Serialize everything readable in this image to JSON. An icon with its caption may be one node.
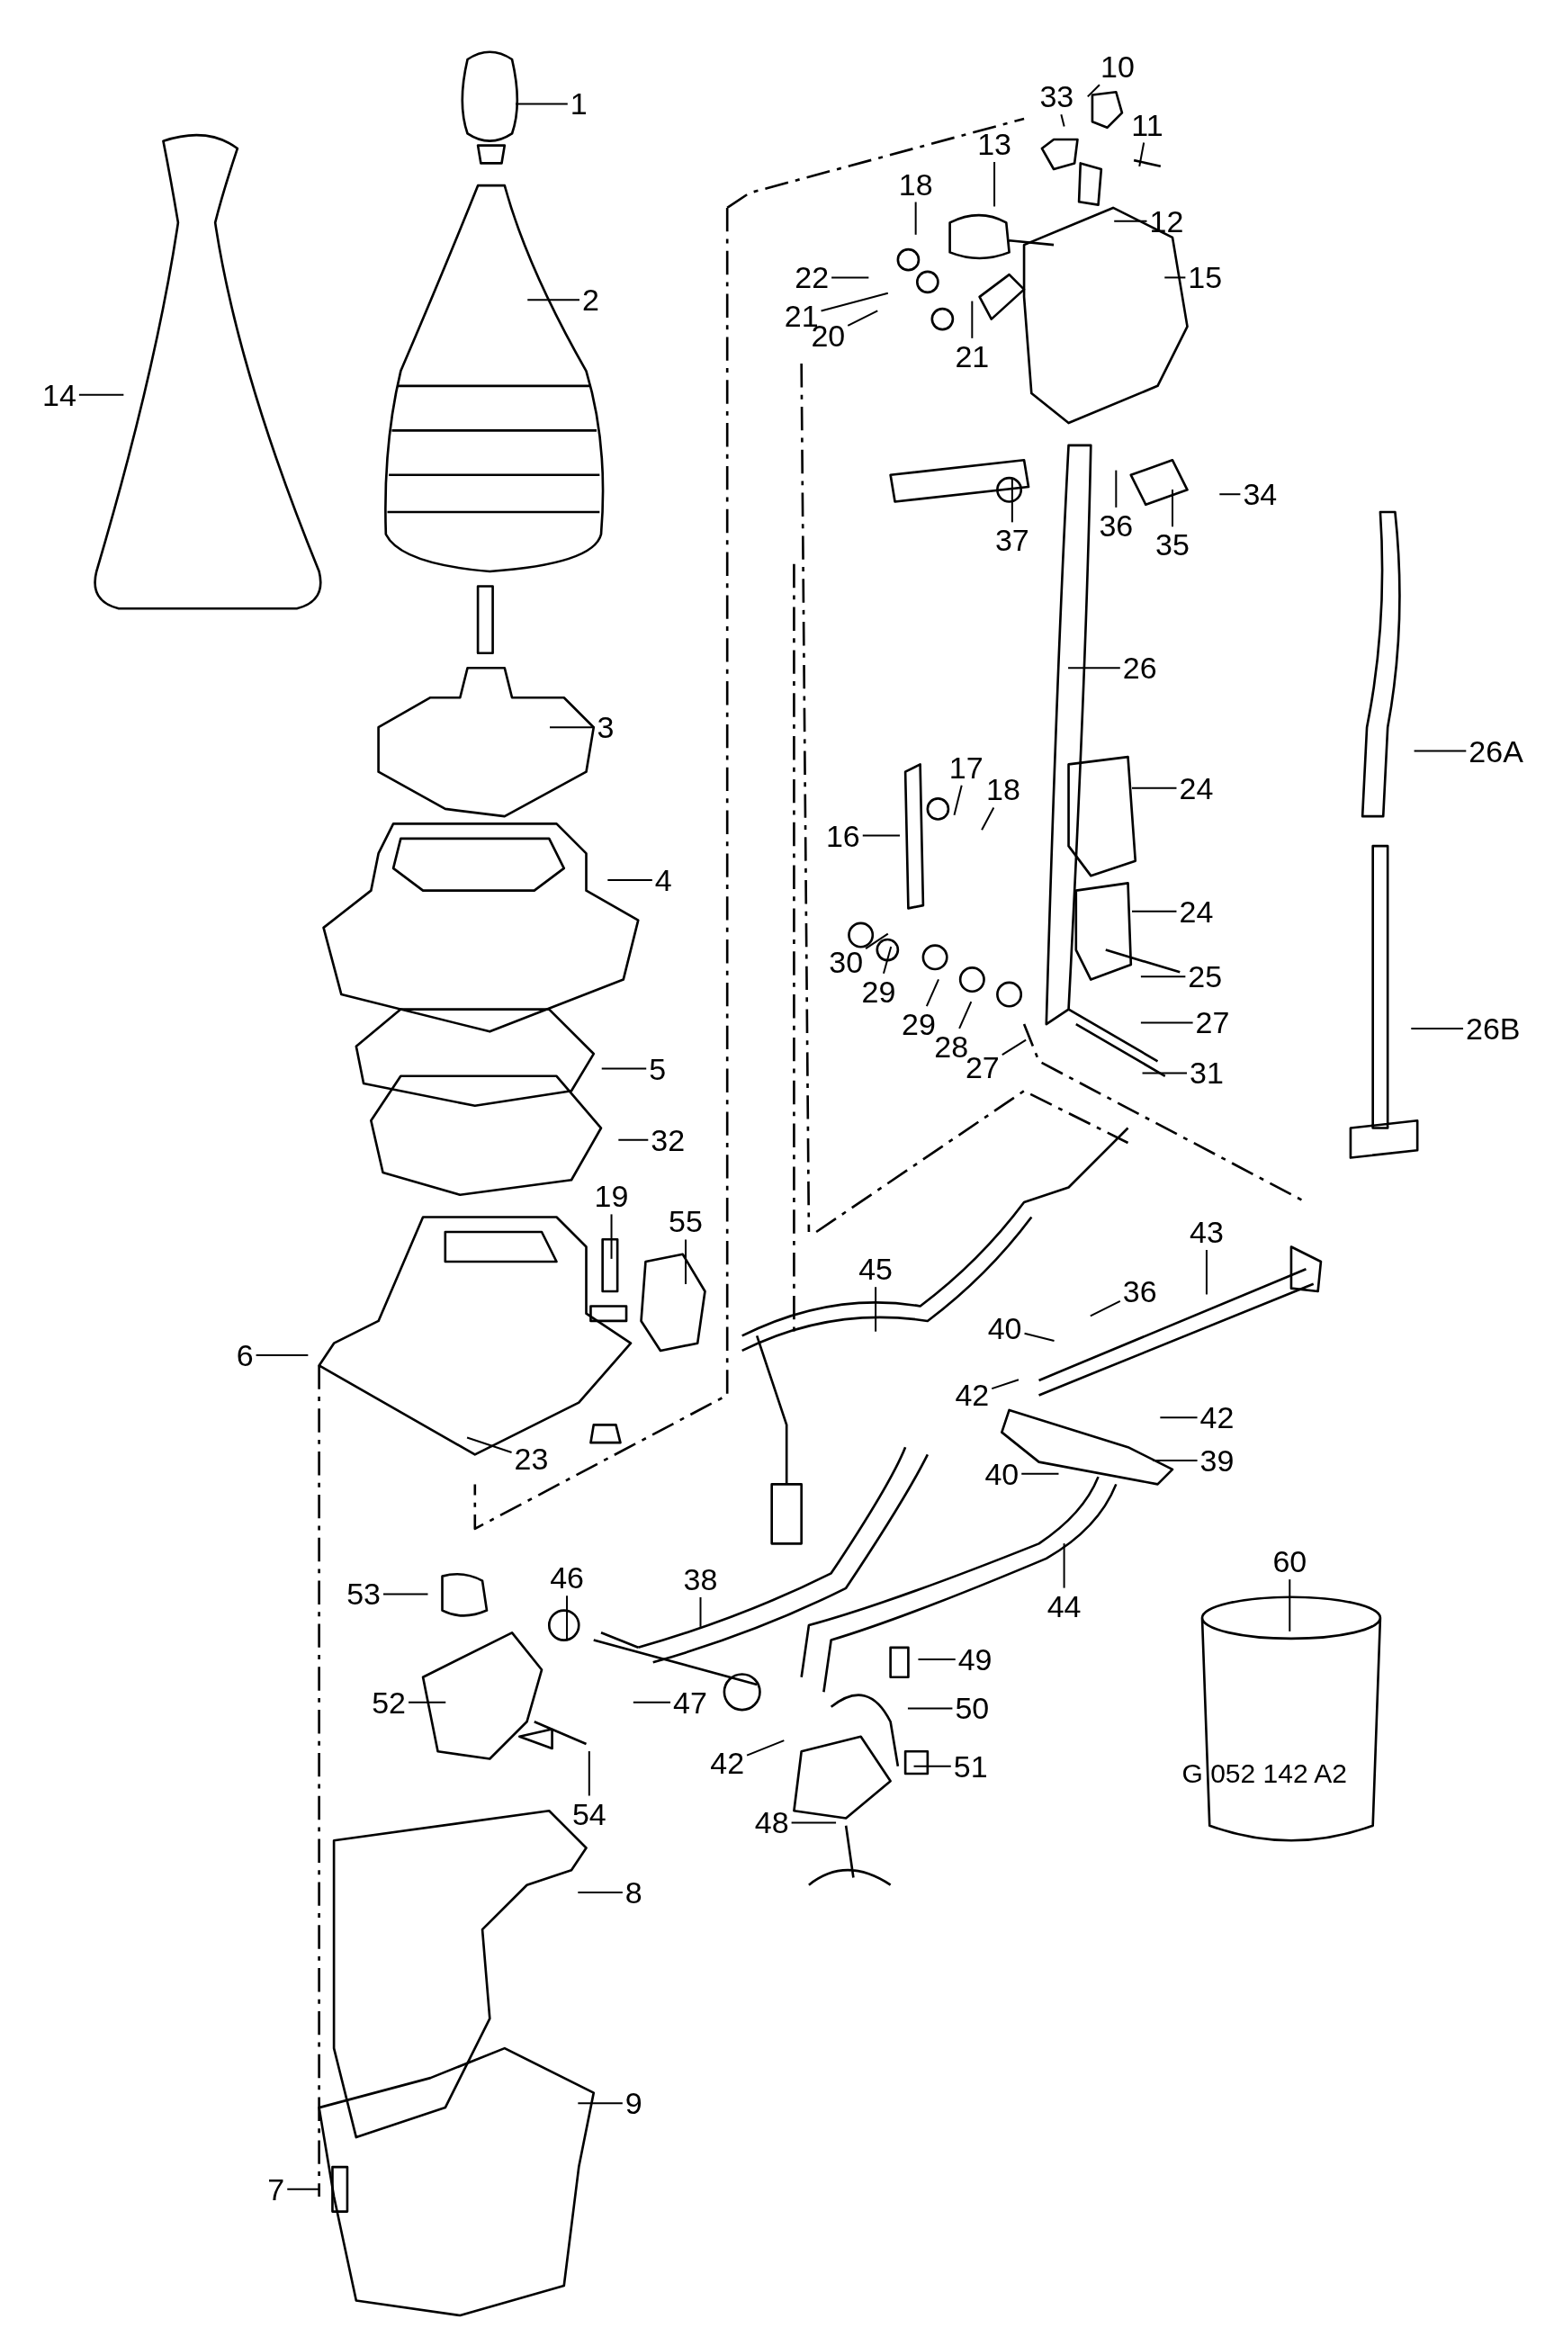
{
  "diagram": {
    "nodes": [
      {
        "text": [
          "10"
        ]
      },
      {
        "text": [
          "33"
        ]
      },
      {
        "text": [
          "1"
        ]
      },
      {
        "text": [
          "11"
        ]
      },
      {
        "text": [
          "13"
        ]
      },
      {
        "text": [
          "18"
        ]
      },
      {
        "text": [
          "12"
        ]
      },
      {
        "text": [
          "22"
        ]
      },
      {
        "text": [
          "15"
        ]
      },
      {
        "text": [
          "2"
        ]
      },
      {
        "text": [
          "21"
        ]
      },
      {
        "text": [
          "20"
        ]
      },
      {
        "text": [
          "21"
        ]
      },
      {
        "text": [
          "14"
        ]
      },
      {
        "text": [
          "34"
        ]
      },
      {
        "text": [
          "36"
        ]
      },
      {
        "text": [
          "37"
        ]
      },
      {
        "text": [
          "35"
        ]
      },
      {
        "text": [
          "26"
        ]
      },
      {
        "text": [
          "3"
        ]
      },
      {
        "text": [
          "26A"
        ]
      },
      {
        "text": [
          "17"
        ]
      },
      {
        "text": [
          "24"
        ]
      },
      {
        "text": [
          "18"
        ]
      },
      {
        "text": [
          "16"
        ]
      },
      {
        "text": [
          "4"
        ]
      },
      {
        "text": [
          "24"
        ]
      },
      {
        "text": [
          "30"
        ]
      },
      {
        "text": [
          "25"
        ]
      },
      {
        "text": [
          "29"
        ]
      },
      {
        "text": [
          "27"
        ]
      },
      {
        "text": [
          "26B"
        ]
      },
      {
        "text": [
          "29"
        ]
      },
      {
        "text": [
          "28"
        ]
      },
      {
        "text": [
          "27"
        ]
      },
      {
        "text": [
          "5"
        ]
      },
      {
        "text": [
          "31"
        ]
      },
      {
        "text": [
          "32"
        ]
      },
      {
        "text": [
          "19"
        ]
      },
      {
        "text": [
          "55"
        ]
      },
      {
        "text": [
          "43"
        ]
      },
      {
        "text": [
          "45"
        ]
      },
      {
        "text": [
          "36"
        ]
      },
      {
        "text": [
          "40"
        ]
      },
      {
        "text": [
          "6"
        ]
      },
      {
        "text": [
          "42"
        ]
      },
      {
        "text": [
          "42"
        ]
      },
      {
        "text": [
          "23"
        ]
      },
      {
        "text": [
          "39"
        ]
      },
      {
        "text": [
          "40"
        ]
      },
      {
        "text": [
          "60"
        ]
      },
      {
        "text": [
          "46"
        ]
      },
      {
        "text": [
          "38"
        ]
      },
      {
        "text": [
          "53"
        ]
      },
      {
        "text": [
          "44"
        ]
      },
      {
        "text": [
          "49"
        ]
      },
      {
        "text": [
          "52"
        ]
      },
      {
        "text": [
          "47"
        ]
      },
      {
        "text": [
          "50"
        ]
      },
      {
        "text": [
          "42"
        ]
      },
      {
        "text": [
          "51"
        ]
      },
      {
        "text": [
          "54"
        ]
      },
      {
        "text": [
          "48"
        ]
      },
      {
        "text": [
          "8"
        ]
      },
      {
        "text": [
          "9"
        ]
      },
      {
        "text": [
          "7"
        ]
      }
    ],
    "edges": [
      {
        "from": 0,
        "to": null,
        "arrow": "none"
      },
      {
        "from": 1,
        "to": null,
        "arrow": "none"
      },
      {
        "from": 2,
        "to": null,
        "arrow": "none"
      },
      {
        "from": 3,
        "to": null,
        "arrow": "none"
      },
      {
        "from": 4,
        "to": null,
        "arrow": "none"
      },
      {
        "from": 5,
        "to": null,
        "arrow": "none"
      },
      {
        "from": 6,
        "to": null,
        "arrow": "none"
      },
      {
        "from": 7,
        "to": null,
        "arrow": "none"
      },
      {
        "from": 8,
        "to": null,
        "arrow": "none"
      },
      {
        "from": 9,
        "to": null,
        "arrow": "none"
      },
      {
        "from": 10,
        "to": null,
        "arrow": "none"
      },
      {
        "from": 11,
        "to": null,
        "arrow": "none"
      },
      {
        "from": 12,
        "to": null,
        "arrow": "none"
      },
      {
        "from": 13,
        "to": null,
        "arrow": "none"
      },
      {
        "from": 14,
        "to": null,
        "arrow": "none"
      },
      {
        "from": 15,
        "to": null,
        "arrow": "none"
      },
      {
        "from": 16,
        "to": null,
        "arrow": "none"
      },
      {
        "from": 17,
        "to": null,
        "arrow": "none"
      },
      {
        "from": 18,
        "to": null,
        "arrow": "none"
      },
      {
        "from": 19,
        "to": null,
        "arrow": "none"
      },
      {
        "from": 20,
        "to": null,
        "arrow": "none"
      },
      {
        "from": 21,
        "to": null,
        "arrow": "none"
      },
      {
        "from": 22,
        "to": null,
        "arrow": "none"
      },
      {
        "from": 23,
        "to": null,
        "arrow": "none"
      },
      {
        "from": 24,
        "to": null,
        "arrow": "none"
      },
      {
        "from": 25,
        "to": null,
        "arrow": "none"
      },
      {
        "from": 26,
        "to": null,
        "arrow": "none"
      },
      {
        "from": 27,
        "to": null,
        "arrow": "none"
      },
      {
        "from": 28,
        "to": null,
        "arrow": "none"
      },
      {
        "from": 29,
        "to": null,
        "arrow": "none"
      },
      {
        "from": 30,
        "to": null,
        "arrow": "none"
      },
      {
        "from": 31,
        "to": null,
        "arrow": "none"
      },
      {
        "from": 32,
        "to": null,
        "arrow": "none"
      },
      {
        "from": 33,
        "to": null,
        "arrow": "none"
      },
      {
        "from": 34,
        "to": null,
        "arrow": "none"
      },
      {
        "from": 35,
        "to": null,
        "arrow": "none"
      },
      {
        "from": 36,
        "to": null,
        "arrow": "none"
      },
      {
        "from": 37,
        "to": null,
        "arrow": "none"
      },
      {
        "from": 38,
        "to": null,
        "arrow": "none"
      },
      {
        "from": 39,
        "to": null,
        "arrow": "none"
      },
      {
        "from": 40,
        "to": null,
        "arrow": "none"
      },
      {
        "from": 41,
        "to": null,
        "arrow": "none"
      },
      {
        "from": 42,
        "to": null,
        "arrow": "none"
      },
      {
        "from": 43,
        "to": null,
        "arrow": "none"
      },
      {
        "from": 44,
        "to": null,
        "arrow": "none"
      },
      {
        "from": 45,
        "to": null,
        "arrow": "none"
      },
      {
        "from": 46,
        "to": null,
        "arrow": "none"
      },
      {
        "from": 47,
        "to": null,
        "arrow": "none"
      },
      {
        "from": 48,
        "to": null,
        "arrow": "none"
      },
      {
        "from": 49,
        "to": null,
        "arrow": "none"
      },
      {
        "from": 50,
        "to": null,
        "arrow": "none"
      },
      {
        "from": 51,
        "to": null,
        "arrow": "none"
      },
      {
        "from": 52,
        "to": null,
        "arrow": "none"
      },
      {
        "from": 53,
        "to": null,
        "arrow": "none"
      },
      {
        "from": 54,
        "to": null,
        "arrow": "none"
      },
      {
        "from": 55,
        "to": null,
        "arrow": "none"
      },
      {
        "from": 56,
        "to": null,
        "arrow": "none"
      },
      {
        "from": 57,
        "to": null,
        "arrow": "none"
      },
      {
        "from": 58,
        "to": null,
        "arrow": "none"
      },
      {
        "from": 59,
        "to": null,
        "arrow": "none"
      },
      {
        "from": 60,
        "to": null,
        "arrow": "none"
      },
      {
        "from": 61,
        "to": null,
        "arrow": "none"
      },
      {
        "from": 62,
        "to": null,
        "arrow": "none"
      },
      {
        "from": 63,
        "to": null,
        "arrow": "none"
      },
      {
        "from": 64,
        "to": null,
        "arrow": "none"
      },
      {
        "from": 65,
        "to": null,
        "arrow": "none"
      }
    ],
    "labels": [
      "G 052 142 A2"
    ]
  }
}
